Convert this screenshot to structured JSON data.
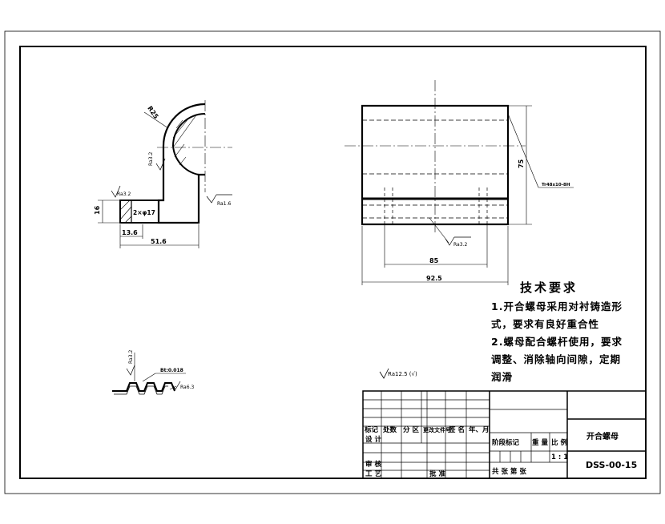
{
  "dimensions": {
    "r25": "R25",
    "ra3_top": "Ra3.2",
    "ra32_left": "Ra3.2",
    "ra16": "Ra1.6",
    "h16": "16",
    "phi17": "2×φ17",
    "w13_6": "13.6",
    "w51_6": "51.6",
    "h75": "75",
    "thread": "Tr48x10-8H",
    "ra32_front": "Ra3.2",
    "w85": "85",
    "w92_5": "92.5",
    "ra32_thread": "Ra3.2",
    "bt": "Bt:0.018",
    "ra63": "Ra6.3",
    "ra125": "Ra12.5 (√)"
  },
  "tech": {
    "title": "技术要求",
    "line1": "1.开合螺母采用对衬铸造形",
    "line2": "式，要求有良好重合性",
    "line3": "2.螺母配合螺杆使用，要求",
    "line4": "调整、消除轴向间隙，定期",
    "line5": "润滑"
  },
  "title_block": {
    "h_mark": "标记",
    "h_count": "处数",
    "h_zone": "分 区",
    "h_docno": "更改文件号",
    "h_sign": "签 名",
    "h_date": "年、月",
    "r_design": "设 计",
    "r_check": "审 核",
    "r_process": "工 艺",
    "r_approve": "批 准",
    "stage": "阶段标记",
    "weight": "重 量",
    "scale_label": "比 例",
    "scale": "1 : 1",
    "sheets": "共   张   第   张",
    "part_name": "开合螺母",
    "drawing_no": "DSS-00-15"
  }
}
